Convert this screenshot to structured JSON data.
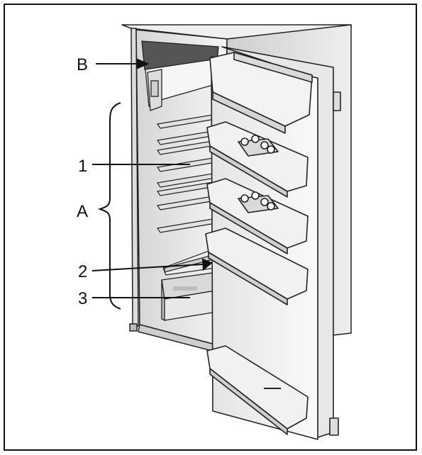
{
  "labels": {
    "a": "A",
    "b": "B",
    "n1": "1",
    "n2": "2",
    "n3": "3"
  },
  "colors": {
    "outline": "#222222",
    "cabinet_dark": "#6b6b6b",
    "cabinet_light": "#e9e9e9",
    "door": "#f3f3f3"
  }
}
